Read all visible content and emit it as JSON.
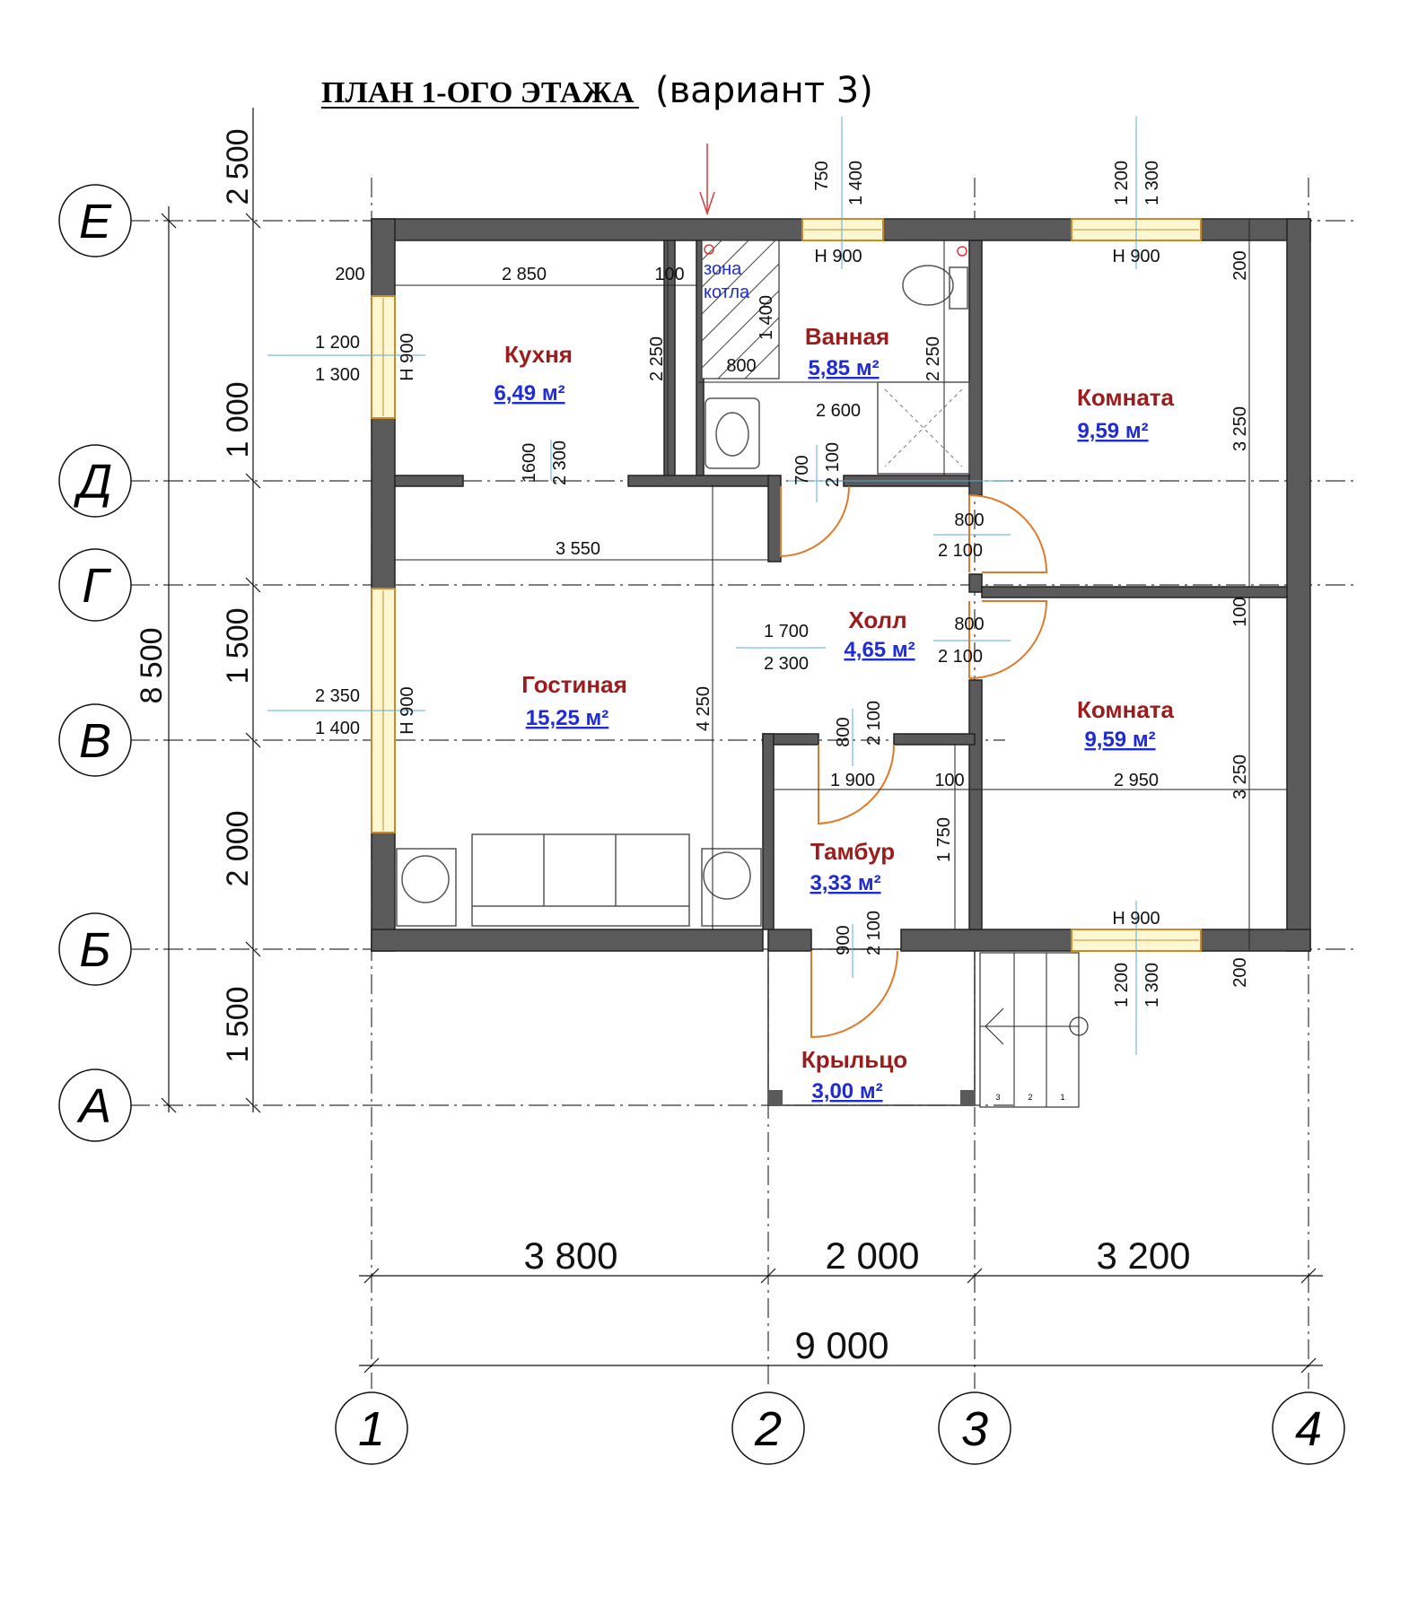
{
  "title": {
    "main": "ПЛАН 1-ОГО ЭТАЖА",
    "sub": "(вариант 3)"
  },
  "axes": {
    "rows": [
      "Е",
      "Д",
      "Г",
      "В",
      "Б",
      "А"
    ],
    "columns": [
      "1",
      "2",
      "3",
      "4"
    ]
  },
  "left_dimensions": {
    "total": "8 500",
    "segments": [
      "2 500",
      "1 000",
      "1 500",
      "2 000",
      "1 500"
    ]
  },
  "bottom_dimensions": {
    "segments": [
      "3 800",
      "2 000",
      "3 200"
    ],
    "total": "9 000"
  },
  "rooms": [
    {
      "name": "Кухня",
      "area": "6,49 м²"
    },
    {
      "name": "Ванная",
      "area": "5,85 м²"
    },
    {
      "name": "Комната",
      "area": "9,59 м²"
    },
    {
      "name": "Холл",
      "area": "4,65 м²"
    },
    {
      "name": "Гостиная",
      "area": "15,25 м²"
    },
    {
      "name": "Комната",
      "area": "9,59 м²"
    },
    {
      "name": "Тамбур",
      "area": "3,33 м²"
    },
    {
      "name": "Крыльцо",
      "area": "3,00 м²"
    }
  ],
  "boiler_zone": [
    "зона",
    "котла"
  ],
  "dims": {
    "d200a": "200",
    "d2850": "2 850",
    "d100a": "100",
    "d1200a": "1 200",
    "d1300a": "1 300",
    "h900a": "Н 900",
    "h900b": "Н 900",
    "h900c": "Н 900",
    "h900d": "Н 900",
    "h900e": "Н 900",
    "d2250a": "2 250",
    "d1400a": "1 400",
    "d800a": "800",
    "d2250b": "2 250",
    "d2600": "2 600",
    "d750": "750",
    "d1400b": "1 400",
    "d1200b": "1 200",
    "d1300b": "1 300",
    "d200b": "200",
    "d3250a": "3 250",
    "d1600": "1600",
    "d2300a": "2 300",
    "d700": "700",
    "d2100a": "2 100",
    "d3550": "3 550",
    "d800b": "800",
    "d2100b": "2 100",
    "d100b": "100",
    "d1700": "1 700",
    "d2300b": "2 300",
    "d800c": "800",
    "d2100c": "2 100",
    "d2350": "2 350",
    "d1400c": "1 400",
    "d4250": "4 250",
    "d800d": "800",
    "d2100d": "2 100",
    "d1900": "1 900",
    "d100c": "100",
    "d2950": "2 950",
    "d3250b": "3 250",
    "d1750": "1 750",
    "d900a": "900",
    "d2100e": "2 100",
    "d1200c": "1 200",
    "d1300c": "1 300",
    "d200c": "200",
    "stair1": "3",
    "stair2": "2",
    "stair3": "1"
  },
  "colors": {
    "wall": "#5a5a5a",
    "room_name": "#9b1c1c",
    "room_area": "#1f2bd6",
    "door": "#e07a2a",
    "window": "#c98a2a"
  }
}
